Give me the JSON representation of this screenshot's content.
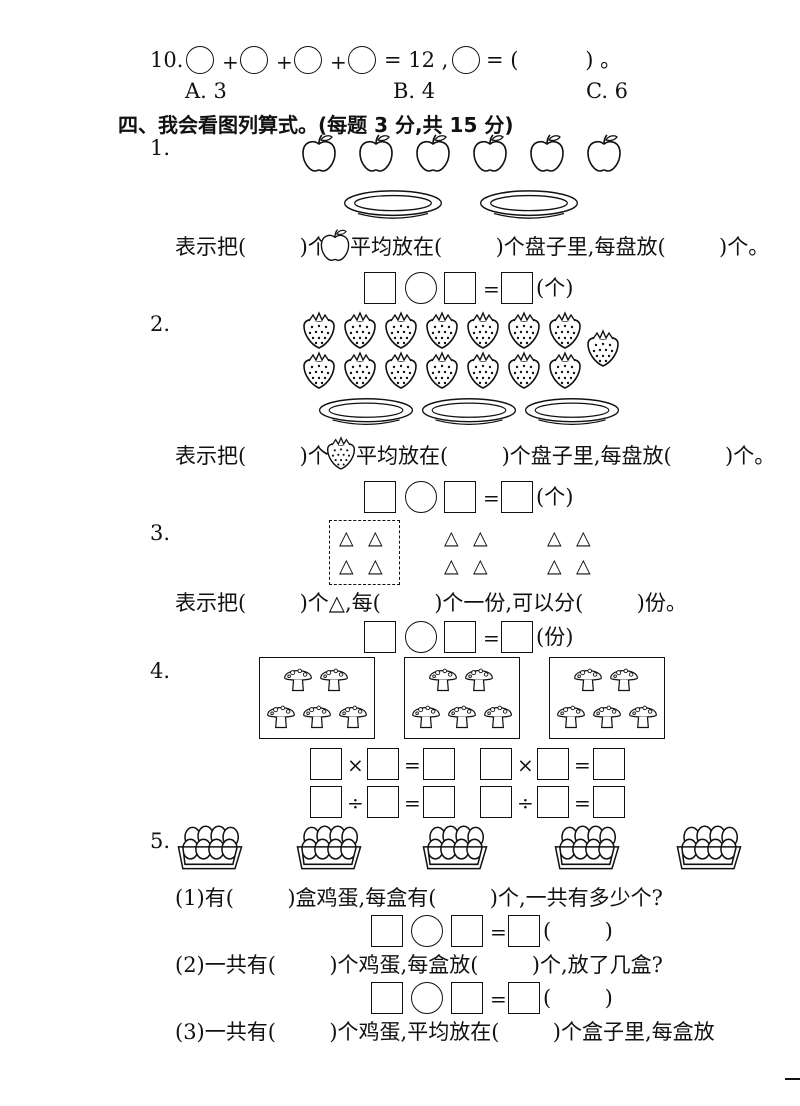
{
  "q10": {
    "num": "10.",
    "sum_text": "= 12 ,",
    "answer_text": "= (          ) 。",
    "plus": "+",
    "options": [
      "A. 3",
      "B. 4",
      "C. 6"
    ]
  },
  "section": {
    "title": "四、我会看图列算式。(每题 3 分,共 15 分)"
  },
  "p1": {
    "num": "1.",
    "s_a": "表示把(        )个",
    "s_b": "平均放在(        )个盘子里,每盘放(        )个。",
    "eq_eq": "=",
    "eq_unit": "(个)"
  },
  "p2": {
    "num": "2.",
    "s_a": "表示把(        )个",
    "s_b": "平均放在(        )个盘子里,每盘放(        )个。",
    "eq_eq": "=",
    "eq_unit": "(个)"
  },
  "p3": {
    "num": "3.",
    "triangle": "△",
    "sentence": "表示把(        )个△,每(        )个一份,可以分(        )份。",
    "eq_eq": "=",
    "eq_unit": "(份)"
  },
  "p4": {
    "num": "4.",
    "times": "×",
    "div": "÷",
    "eq": "="
  },
  "p5": {
    "num": "5.",
    "q1": "(1)有(        )盒鸡蛋,每盒有(        )个,一共有多少个?",
    "q2": "(2)一共有(        )个鸡蛋,每盒放(        )个,放了几盒?",
    "q3": "(3)一共有(        )个鸡蛋,平均放在(        )个盒子里,每盒放",
    "eq_eq": "=",
    "eq_unit": "(        )"
  },
  "icons": {
    "apple": "apple-icon",
    "strawberry": "strawberry-icon",
    "plate": "plate-icon",
    "mushroom": "mushroom-icon",
    "egg_box": "egg-carton-icon"
  }
}
